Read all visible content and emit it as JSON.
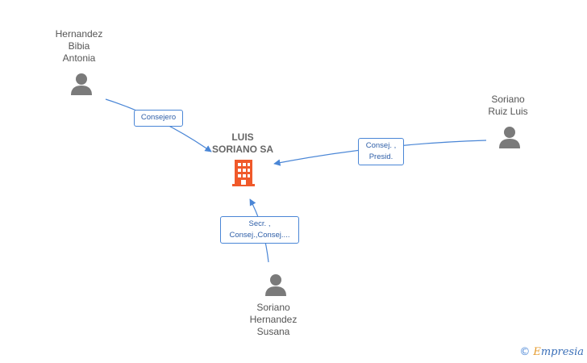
{
  "company": {
    "name": "LUIS\nSORIANO SA",
    "color": "#f0592a"
  },
  "persons": [
    {
      "id": "hernandez-bibia",
      "name": "Hernandez\nBibia\nAntonia"
    },
    {
      "id": "soriano-ruiz",
      "name": "Soriano\nRuiz Luis"
    },
    {
      "id": "soriano-hernandez",
      "name": "Soriano\nHernandez\nSusana"
    }
  ],
  "edges": [
    {
      "from": "hernandez-bibia",
      "label": "Consejero"
    },
    {
      "from": "soriano-ruiz",
      "label": "Consej. ,\nPresid."
    },
    {
      "from": "soriano-hernandez",
      "label": "Secr. ,\nConsej.,Consej...."
    }
  ],
  "colors": {
    "edge": "#4a86d6",
    "person": "#7a7a7a"
  },
  "watermark": {
    "symbol": "©",
    "brand_initial": "E",
    "brand_rest": "mpresia"
  }
}
